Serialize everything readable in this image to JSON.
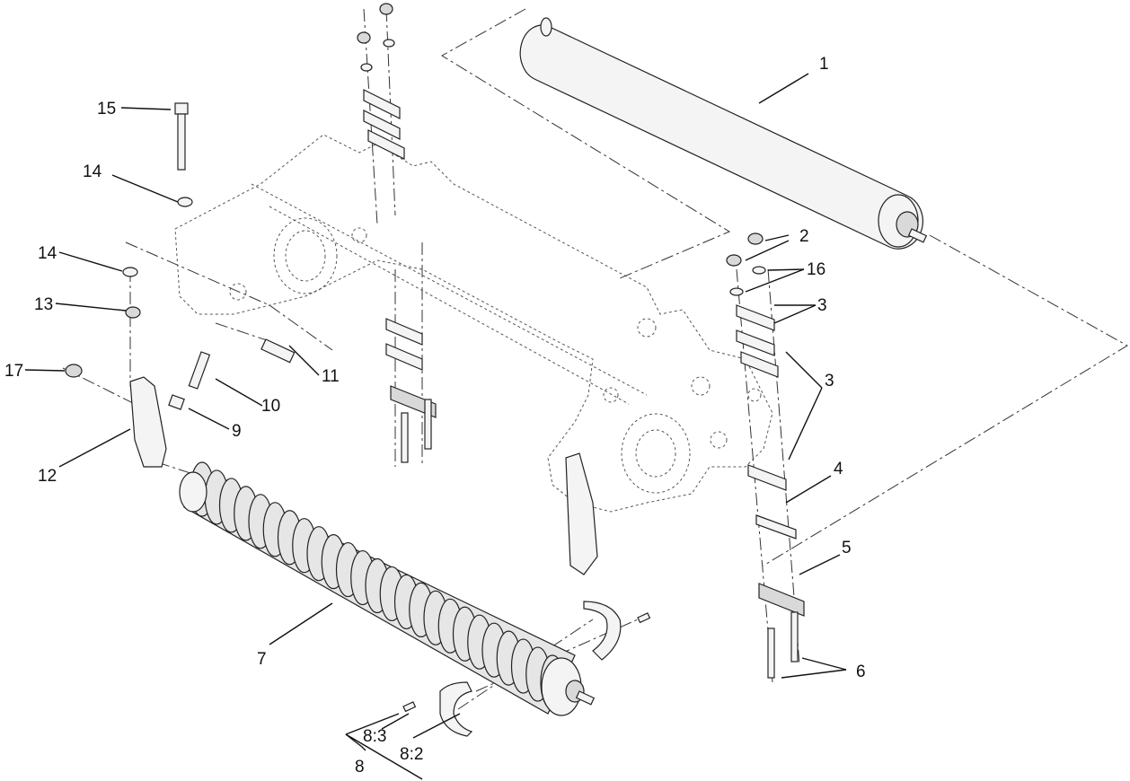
{
  "diagram": {
    "callouts": {
      "c1": "1",
      "c2": "2",
      "c3a": "3",
      "c3b": "3",
      "c4": "4",
      "c5": "5",
      "c6": "6",
      "c7": "7",
      "c8": "8",
      "c8_2": "8:2",
      "c8_3": "8:3",
      "c9": "9",
      "c10": "10",
      "c11": "11",
      "c12": "12",
      "c13": "13",
      "c14a": "14",
      "c14b": "14",
      "c15": "15",
      "c16": "16",
      "c17": "17"
    }
  }
}
